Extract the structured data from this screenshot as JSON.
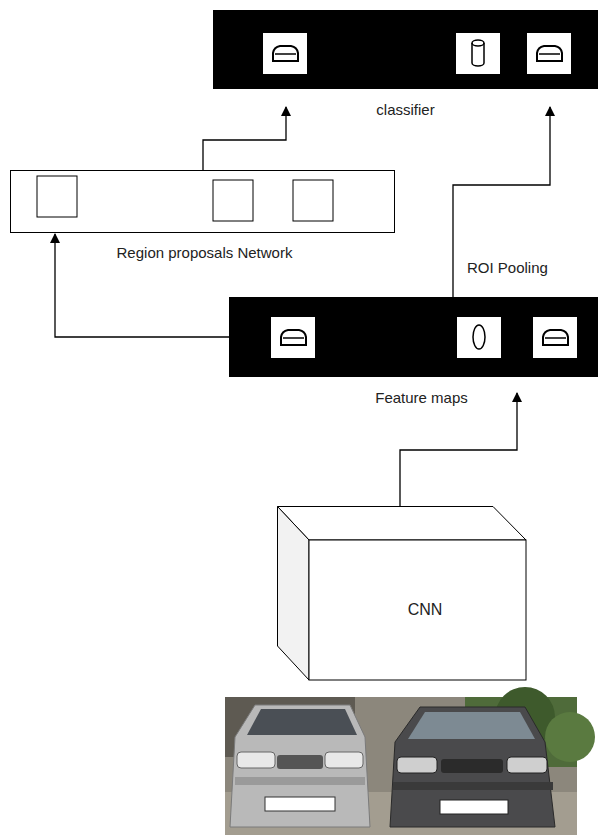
{
  "diagram": {
    "nodes": [
      {
        "text": [
          "classifier"
        ]
      },
      {
        "text": [
          "Region proposals Network"
        ]
      },
      {
        "text": [
          "Feature maps"
        ]
      },
      {
        "text": [
          "CNN"
        ]
      }
    ],
    "edges": [
      {
        "from": 3,
        "to": 2,
        "arrow": "to"
      },
      {
        "from": 2,
        "to": 1,
        "arrow": "to"
      },
      {
        "from": 1,
        "to": 0,
        "arrow": "to"
      },
      {
        "from": 2,
        "to": 0,
        "label": "ROI Pooling",
        "arrow": "to"
      }
    ]
  }
}
